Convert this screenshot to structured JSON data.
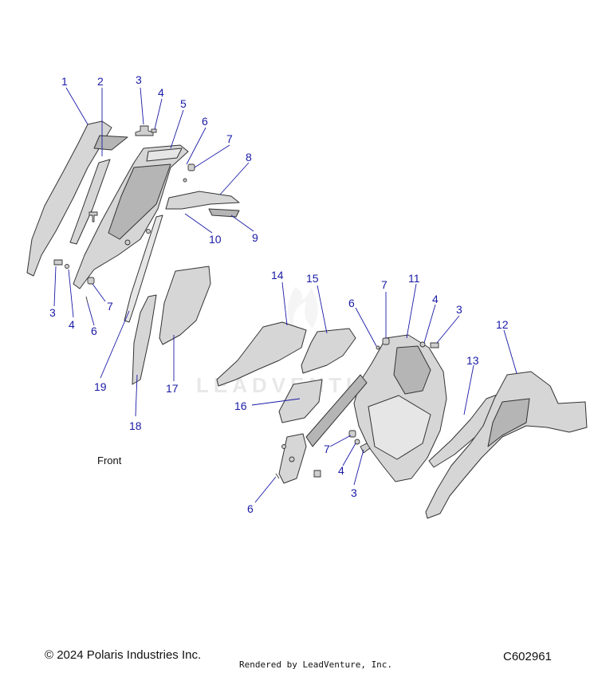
{
  "callouts": [
    {
      "label": "1"
    },
    {
      "label": "2"
    },
    {
      "label": "3"
    },
    {
      "label": "4"
    },
    {
      "label": "5"
    },
    {
      "label": "6"
    },
    {
      "label": "7"
    },
    {
      "label": "8"
    },
    {
      "label": "9"
    },
    {
      "label": "10"
    },
    {
      "label": "3"
    },
    {
      "label": "4"
    },
    {
      "label": "6"
    },
    {
      "label": "7"
    },
    {
      "label": "19"
    },
    {
      "label": "18"
    },
    {
      "label": "17"
    },
    {
      "label": "14"
    },
    {
      "label": "15"
    },
    {
      "label": "6"
    },
    {
      "label": "7"
    },
    {
      "label": "11"
    },
    {
      "label": "4"
    },
    {
      "label": "3"
    },
    {
      "label": "12"
    },
    {
      "label": "13"
    },
    {
      "label": "16"
    },
    {
      "label": "7"
    },
    {
      "label": "4"
    },
    {
      "label": "3"
    },
    {
      "label": "6"
    }
  ],
  "front_label": "Front",
  "watermark": "LEADVENTURE",
  "footer": {
    "copyright": "© 2024 Polaris Industries Inc.",
    "rendered_by": "Rendered by LeadVenture, Inc.",
    "part_number": "C602961"
  },
  "colors": {
    "callout": "#1a1aa6",
    "part_fill": "#d6d6d6",
    "outline": "#333333"
  }
}
